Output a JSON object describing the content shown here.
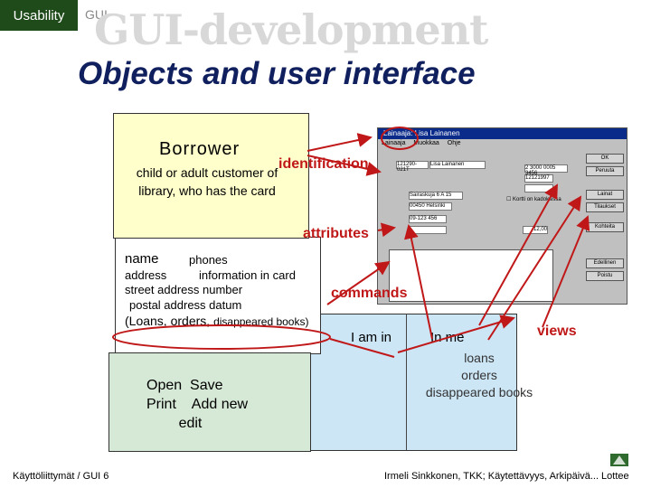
{
  "header": {
    "tag_usability": "Usability",
    "tag_gui": "GUI",
    "background_title": "GUI-development",
    "main_title": "Objects and user interface"
  },
  "borrower_box": {
    "title": "Borrower",
    "description": "child or adult customer of library, who has the  card"
  },
  "annotations": {
    "identification": "identification",
    "attributes": "attributes",
    "commands": "commands",
    "views": "views",
    "color": "#c01818"
  },
  "attributes_box": {
    "name": "name",
    "phones": "phones",
    "address": "address",
    "info": "information in card",
    "street": "street address  number",
    "postal": "postal address  datum",
    "loans_open": "(Loans, orders, ",
    "loans_small": "disappeared books)"
  },
  "views_box": {
    "i_am_in": "I am in",
    "in_me": "In me",
    "items": [
      "loans",
      "orders",
      "disappeared books"
    ]
  },
  "commands_box": {
    "lines": [
      "Open  Save",
      "Print    Add new",
      "        edit"
    ]
  },
  "window": {
    "title": "Lainaaja: Lisa Lainanen",
    "menu": [
      "Lainaaja",
      "Muokkaa",
      "Ohje"
    ],
    "id_value": "121290-021T",
    "name_value": "Lisa Lainanen",
    "address_value": "Sairaskuja 6 A 15",
    "postal_value": "00450  Helsinki",
    "phone_value": "09-123 456",
    "card_no_value": "2 3000 0005 3456",
    "date_value": "12121997",
    "checkbox_label": "Kortti on kadoksissa",
    "amount_value": "12,00",
    "buttons": [
      "OK",
      "Peruuta",
      "Lainat",
      "Tilaukset",
      "Kohteita",
      "Edellinen",
      "Poistu"
    ]
  },
  "footer": {
    "left": "Käyttöliittymät / GUI  6",
    "right": "Irmeli Sinkkonen, TKK; Käytettävyys, Arkipäivä... Lottee"
  }
}
